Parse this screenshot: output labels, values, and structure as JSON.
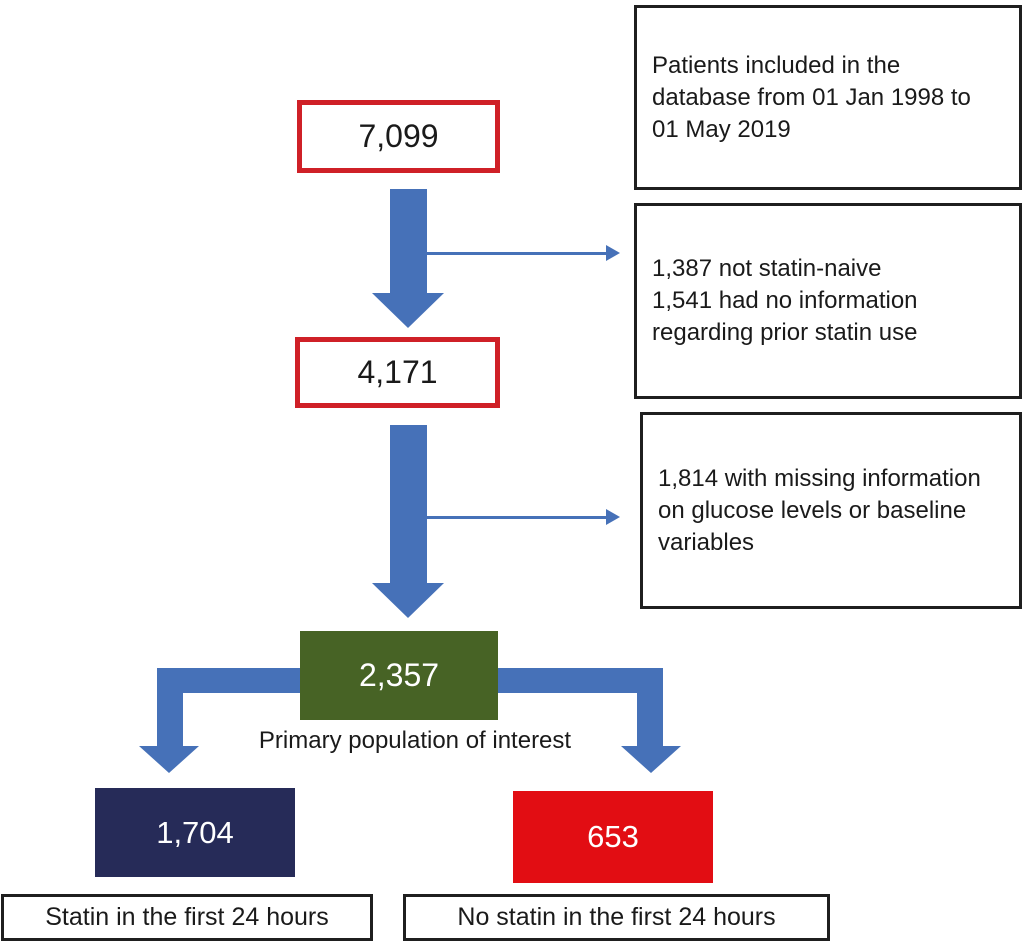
{
  "colors": {
    "arrow_blue": "#4671b8",
    "outline_red": "#cf2027",
    "box_green": "#476325",
    "box_navy": "#262b58",
    "box_red": "#e20d13",
    "text_black": "#1a1a1a",
    "border_black": "#1f1f1f"
  },
  "flow": {
    "total": "7,099",
    "statin_naive_cohort": "4,171",
    "primary_population": "2,357",
    "primary_caption": "Primary population of interest",
    "statin_group": "1,704",
    "statin_group_label": "Statin in the first 24 hours",
    "no_statin_group": "653",
    "no_statin_group_label": "No statin in the first 24 hours"
  },
  "notes": {
    "inclusion": {
      "lines": [
        "Patients included in the",
        "database from 01 Jan 1998 to",
        "01 May 2019"
      ]
    },
    "exclusion1": {
      "lines": [
        "1,387 not statin-naive",
        "1,541 had no information",
        "regarding prior statin use"
      ]
    },
    "exclusion2": {
      "lines": [
        "1,814 with missing information",
        "on glucose levels or baseline",
        "variables"
      ]
    }
  }
}
